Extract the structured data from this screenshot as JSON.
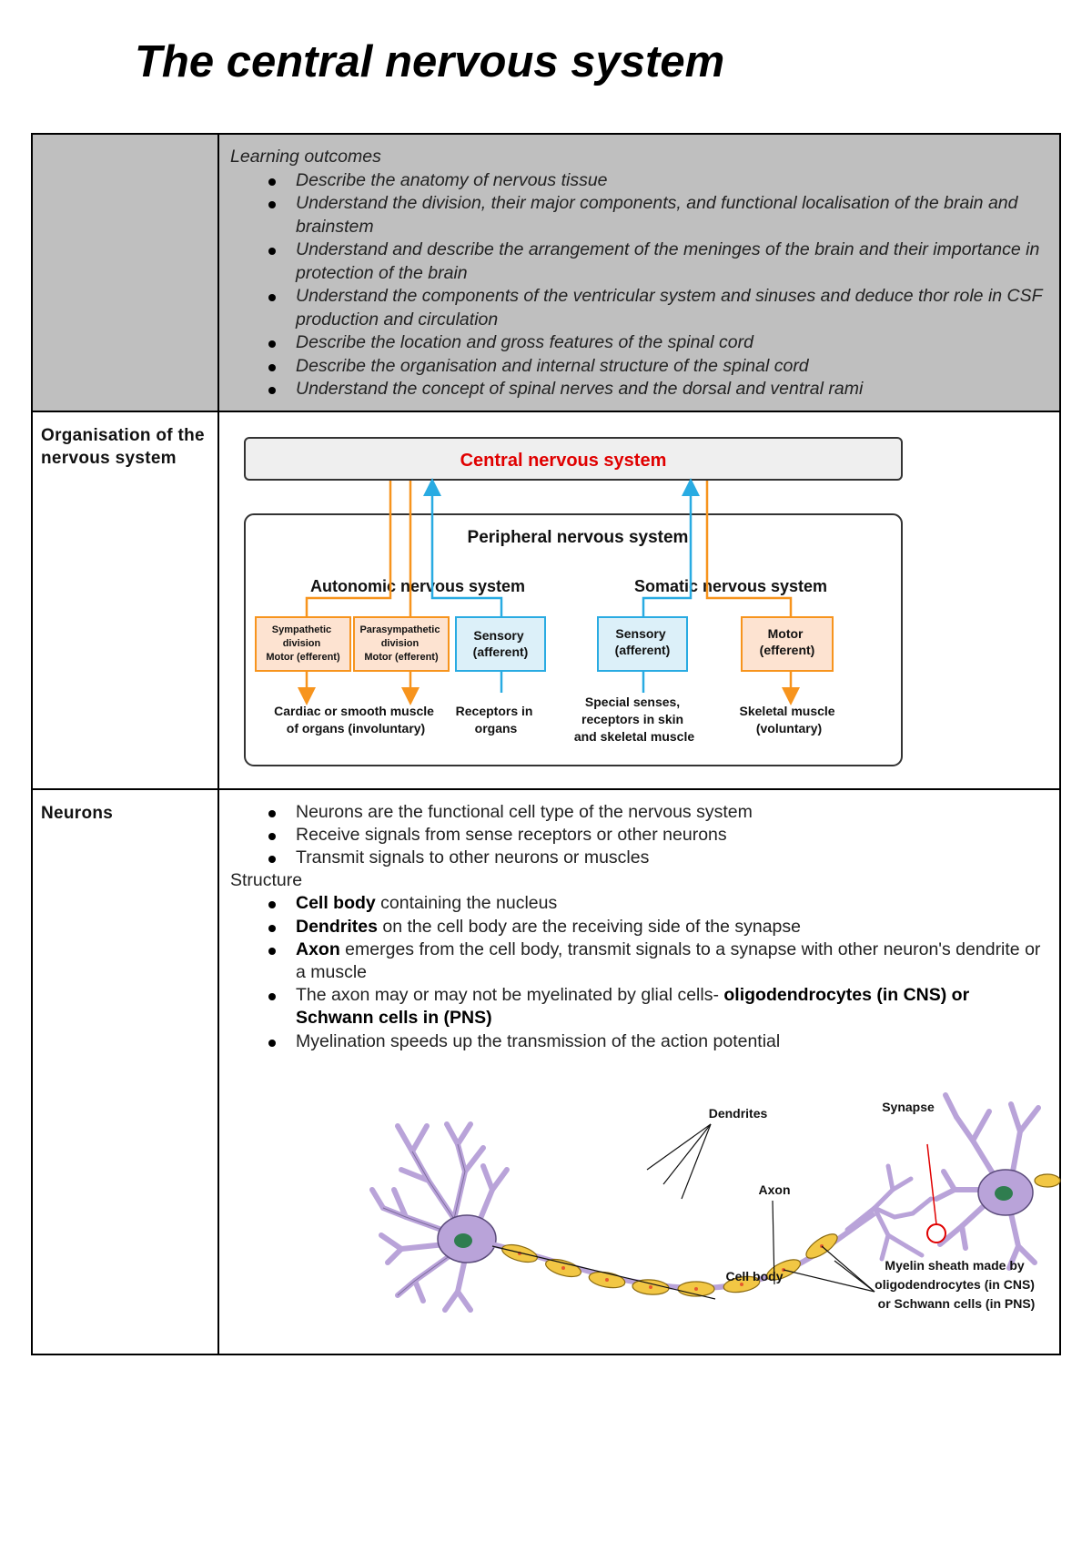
{
  "title": "The central nervous system",
  "learning_outcomes": {
    "heading": "Learning outcomes",
    "items": [
      "Describe the anatomy of nervous tissue",
      "Understand the division, their major components, and functional localisation of the brain and brainstem",
      "Understand and describe the arrangement of the meninges of the brain and their importance in protection of the brain",
      "Understand the components of the ventricular system and sinuses and deduce thor role in CSF production and circulation",
      "Describe the location and gross features of the spinal cord",
      "Describe the organisation and internal structure of the spinal cord",
      "Understand the concept of spinal nerves and the dorsal and ventral rami"
    ]
  },
  "organisation": {
    "row_label": "Organisation of the nervous system",
    "diagram": {
      "cns": "Central nervous system",
      "pns": "Peripheral nervous system",
      "autonomic": "Autonomic nervous system",
      "somatic": "Somatic nervous system",
      "sympathetic": [
        "Sympathetic",
        "division",
        "Motor (efferent)"
      ],
      "parasympathetic": [
        "Parasympathetic",
        "division",
        "Motor (efferent)"
      ],
      "sensory_auto": [
        "Sensory",
        "(afferent)"
      ],
      "sensory_somatic": [
        "Sensory",
        "(afferent)"
      ],
      "motor": [
        "Motor",
        "(efferent)"
      ],
      "cardiac": [
        "Cardiac or smooth muscle",
        "of organs (involuntary)"
      ],
      "receptors": [
        "Receptors in",
        "organs"
      ],
      "special": [
        "Special senses,",
        "receptors in skin",
        "and skeletal muscle"
      ],
      "skeletal": [
        "Skeletal muscle",
        "(voluntary)"
      ]
    },
    "colors": {
      "efferent": "#f7941d",
      "afferent": "#29abe2",
      "cns_text": "#e00000"
    }
  },
  "neurons": {
    "row_label": "Neurons",
    "intro_items": [
      "Neurons are the functional cell type of the nervous system",
      "Receive signals from sense receptors or other neurons",
      "Transmit signals to other neurons or muscles"
    ],
    "structure_label": "Structure",
    "structure_items": [
      {
        "bold": "Cell body",
        "rest": " containing the nucleus"
      },
      {
        "bold": "Dendrites",
        "rest": " on the cell body are the receiving side of the synapse"
      },
      {
        "bold": "Axon",
        "rest": " emerges from the cell body, transmit signals to a synapse with other neuron's dendrite or a muscle"
      }
    ],
    "myelin_item": {
      "text": "The axon may or may not be myelinated by glial cells- ",
      "bold": "oligodendrocytes (in CNS) or Schwann cells in (PNS)"
    },
    "last_item": "Myelination speeds up the transmission of the action potential",
    "figure": {
      "dendrites": "Dendrites",
      "synapse": "Synapse",
      "axon": "Axon",
      "cell_body": "Cell body",
      "myelin": [
        "Myelin sheath made by",
        "oligodendrocytes (in CNS)",
        "or Schwann cells (in PNS)"
      ]
    },
    "colors": {
      "neuron": "#b9a3d9",
      "neuron_edge": "#5a4a7a",
      "nucleus": "#2f7d4f",
      "myelin": "#f2c744",
      "synapse_circle": "#e00000"
    }
  }
}
